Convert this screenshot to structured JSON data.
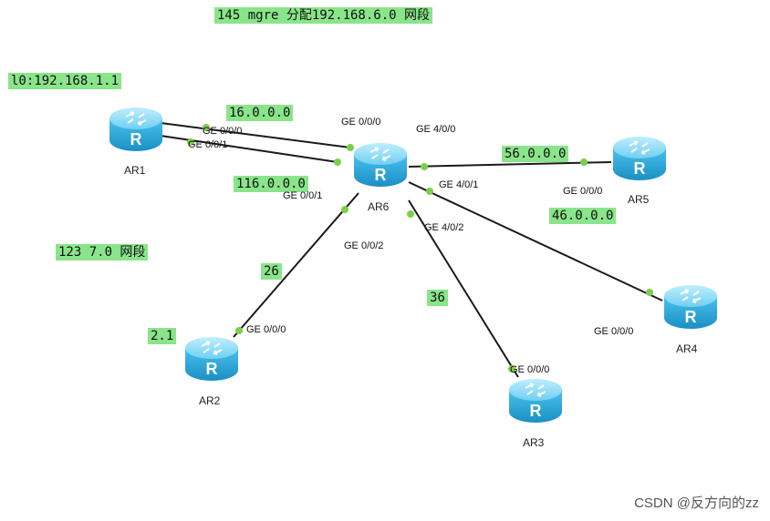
{
  "notes": {
    "mgre": "145 mgre 分配192.168.6.0 网段",
    "loopback": "l0:192.168.1.1",
    "net16": "16.0.0.0",
    "net116": "116.0.0.0",
    "net56": "56.0.0.0",
    "net46": "46.0.0.0",
    "net123": "123 7.0 网段",
    "net26": "26",
    "net36": "36",
    "ar2_addr": "2.1"
  },
  "routers": {
    "ar1": "AR1",
    "ar2": "AR2",
    "ar3": "AR3",
    "ar4": "AR4",
    "ar5": "AR5",
    "ar6": "AR6"
  },
  "ports": {
    "ar1_ge000": "GE 0/0/0",
    "ar1_ge001": "GE 0/0/1",
    "ar6_ge000": "GE 0/0/0",
    "ar6_ge001": "GE 0/0/1",
    "ar6_ge002": "GE 0/0/2",
    "ar6_ge400": "GE 4/0/0",
    "ar6_ge401": "GE 4/0/1",
    "ar6_ge402": "GE 4/0/2",
    "ar5_ge000": "GE 0/0/0",
    "ar4_ge000": "GE 0/0/0",
    "ar2_ge000": "GE 0/0/0",
    "ar3_ge000": "GE 0/0/0"
  },
  "watermark": "CSDN @反方向的zz",
  "colors": {
    "note_bg": "#8ae58a",
    "link": "#1a1a1a",
    "port_dot": "#7bd04a",
    "router_body": "#2aa6d8"
  }
}
